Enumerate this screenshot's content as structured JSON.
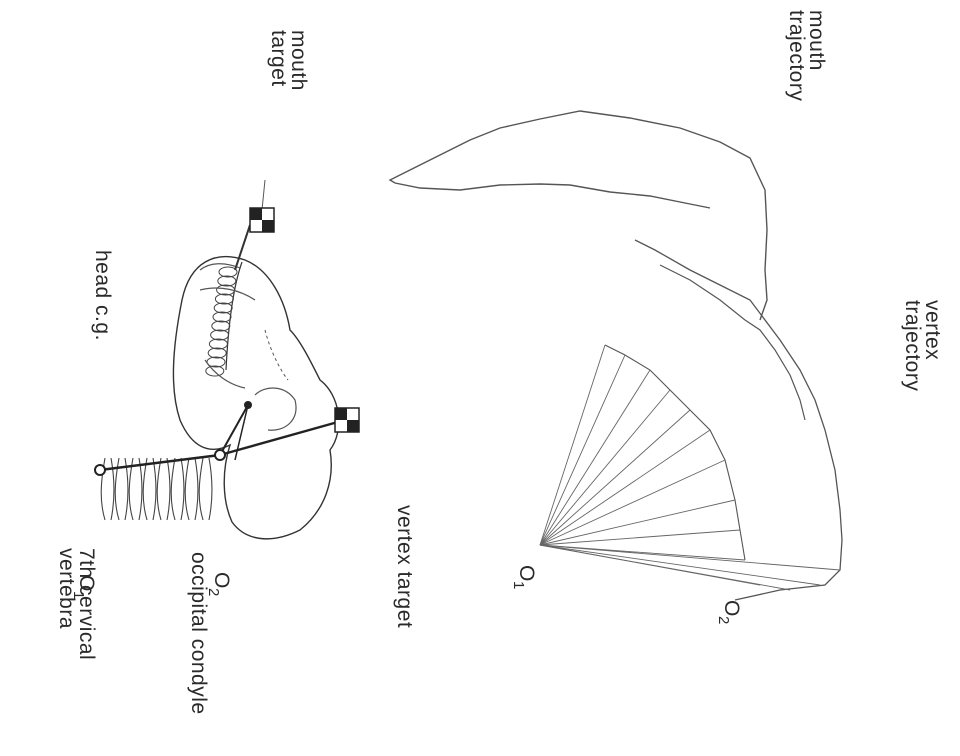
{
  "labels": {
    "mouth_trajectory": [
      "mouth",
      "trajectory"
    ],
    "vertex_trajectory": [
      "vertex",
      "trajectory"
    ],
    "mouth_target": [
      "mouth",
      "target"
    ],
    "head_cg": "head  c.g.",
    "vertex_target": "vertex  target",
    "o1_right": "O",
    "o1_right_sub": "1",
    "o2_right": "O",
    "o2_right_sub": "2",
    "o2_left": "O",
    "o2_left_sub": "2",
    "occipital_condyle": "occipital  condyle",
    "o1_left": "O",
    "o1_left_sub": "1",
    "seventh_cervical": [
      "7th  cervical",
      "vertebra"
    ]
  },
  "colors": {
    "ink": "#2a2a2a",
    "line": "#555555",
    "background": "#ffffff"
  }
}
